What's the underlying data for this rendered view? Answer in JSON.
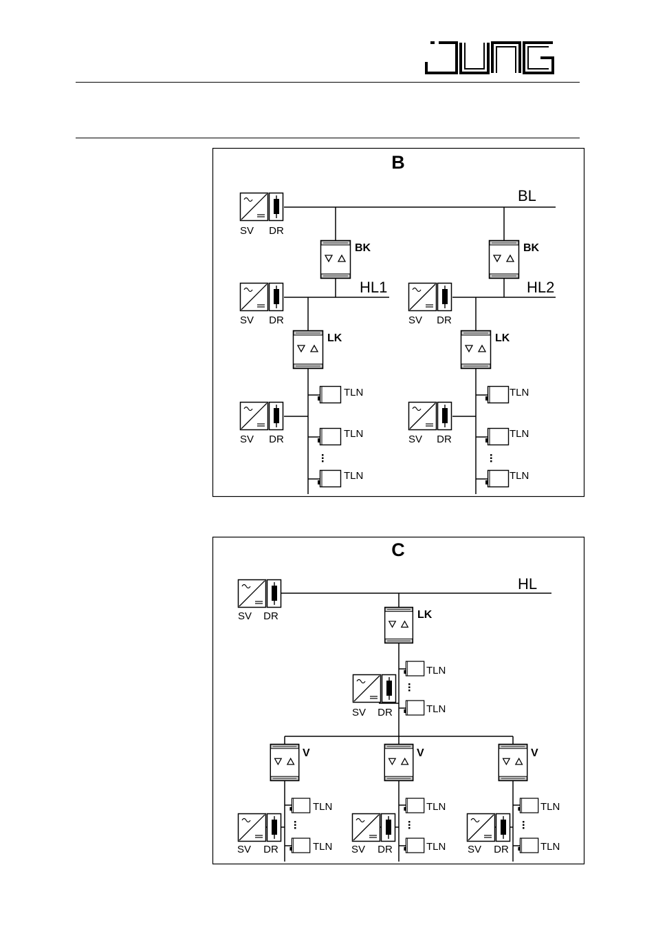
{
  "brand": {
    "logo_text": "JUNG"
  },
  "diagram_b": {
    "title": "B",
    "lines": {
      "bl": "BL",
      "hl1": "HL1",
      "hl2": "HL2"
    },
    "couplers": {
      "bk": "BK",
      "lk": "LK"
    },
    "supply": {
      "sv": "SV",
      "dr": "DR"
    },
    "participant": "TLN"
  },
  "diagram_c": {
    "title": "C",
    "lines": {
      "hl": "HL"
    },
    "couplers": {
      "lk": "LK",
      "v": "V"
    },
    "supply": {
      "sv": "SV",
      "dr": "DR"
    },
    "participant": "TLN"
  }
}
